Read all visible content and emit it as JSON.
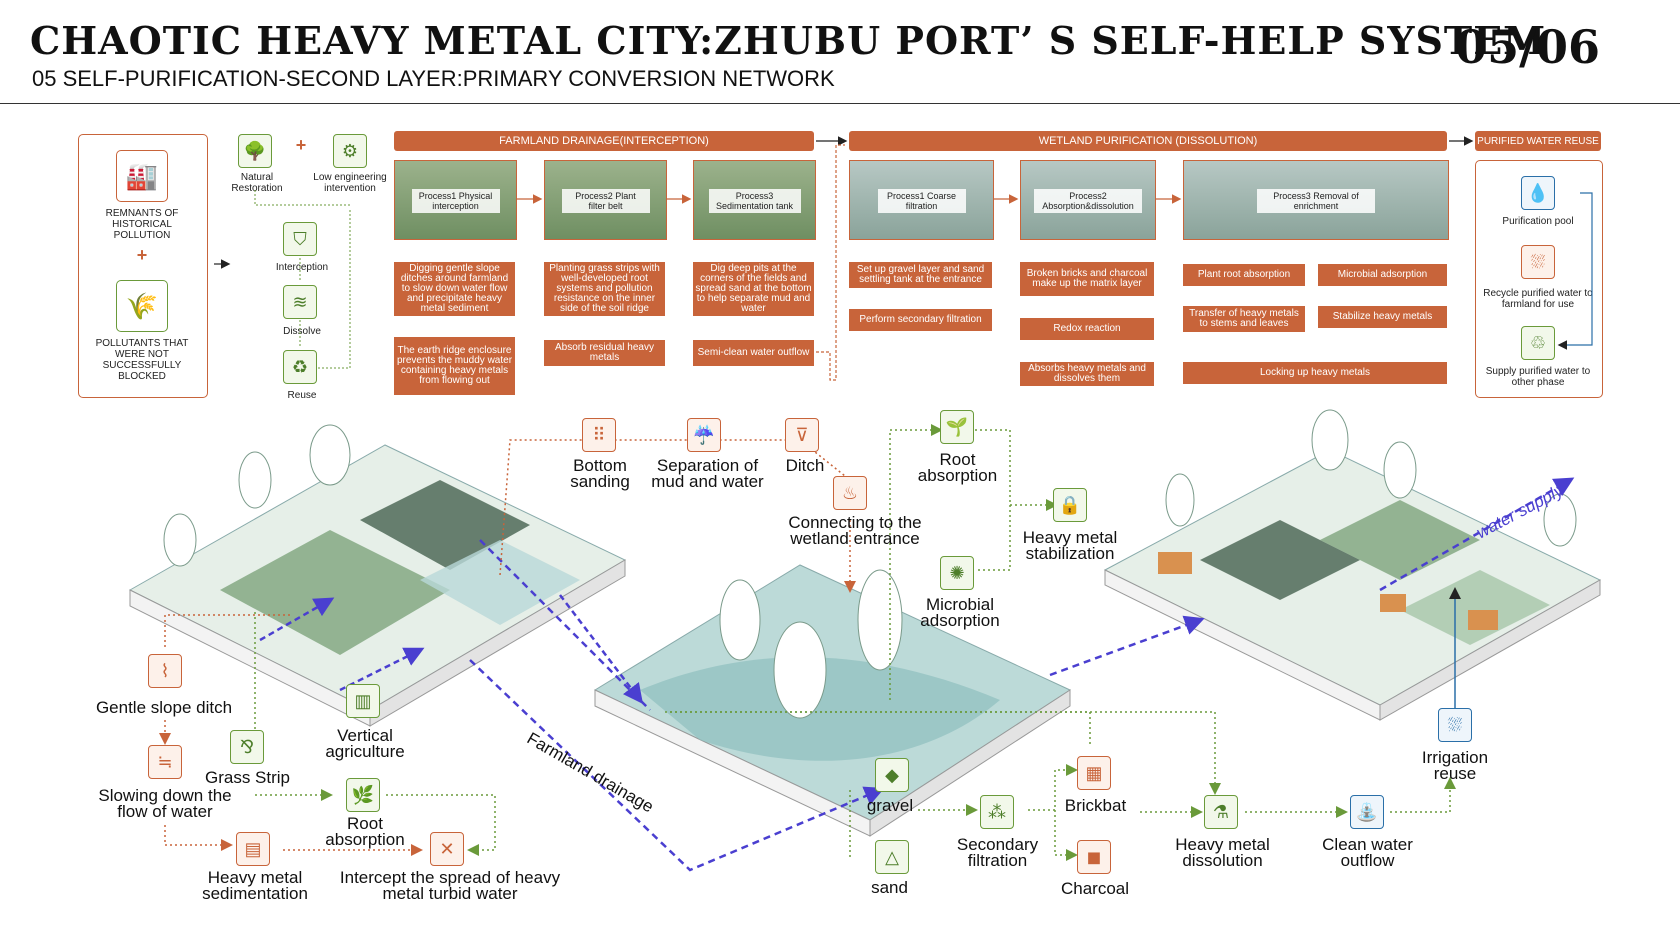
{
  "header": {
    "title": "CHAOTIC HEAVY METAL CITY:ZHUBU PORT’ S SELF-HELP SYSTEM",
    "page": "05/06",
    "subtitle": "05 SELF-PURIFICATION-SECOND LAYER:PRIMARY CONVERSION NETWORK"
  },
  "sources": {
    "remnants": "REMNANTS OF HISTORICAL POLLUTION",
    "plus": "+",
    "pollutants": "POLLUTANTS THAT WERE NOT SUCCESSFULLY BLOCKED"
  },
  "strategy": {
    "natural": "Natural Restoration",
    "plus": "+",
    "low_eng": "Low engineering intervention",
    "interception": "Interception",
    "dissolve": "Dissolve",
    "reuse": "Reuse"
  },
  "farmland": {
    "header": "FARMLAND DRAINAGE(INTERCEPTION)",
    "p1": {
      "label": "Process1 Physical interception",
      "step1": "Digging gentle slope ditches around farmland to slow down water flow and precipitate heavy metal sediment",
      "step2": "The earth ridge enclosure prevents the muddy water containing heavy metals from flowing out"
    },
    "p2": {
      "label": "Process2 Plant filter belt",
      "step1": "Planting grass strips with well-developed root systems and pollution resistance on the inner side of the soil ridge",
      "step2": "Absorb residual heavy metals"
    },
    "p3": {
      "label": "Process3 Sedimentation tank",
      "step1": "Dig deep pits at the corners of the fields and spread sand at the bottom to help separate mud and water",
      "step2": "Semi-clean water outflow"
    }
  },
  "wetland": {
    "header": "WETLAND PURIFICATION (DISSOLUTION)",
    "p1": {
      "label": "Process1 Coarse filtration",
      "step1": "Set up gravel layer and sand settling tank at the entrance",
      "step2": "Perform secondary filtration"
    },
    "p2": {
      "label": "Process2 Absorption&dissolution",
      "step1": "Broken bricks and charcoal make up the matrix layer",
      "step2": "Redox reaction",
      "step3": "Absorbs heavy metals and dissolves them"
    },
    "p3": {
      "label": "Process3 Removal of enrichment",
      "a": "Plant root absorption",
      "b": "Microbial adsorption",
      "c": "Transfer of heavy metals to stems and leaves",
      "d": "Stabilize heavy metals",
      "e": "Locking up heavy metals"
    }
  },
  "reuse": {
    "header": "PURIFIED WATER REUSE",
    "pool": "Purification pool",
    "recycle": "Recycle purified water to farmland for use",
    "supply": "Supply purified water to other phase"
  },
  "scene": {
    "bottom_sanding": "Bottom sanding",
    "separation": "Separation of mud and water",
    "ditch": "Ditch",
    "wetland_entrance": "Connecting to the wetland entrance",
    "root_absorption_top": "Root absorption",
    "hm_stabilization": "Heavy metal stabilization",
    "microbial": "Microbial adsorption",
    "water_supply": "water supply",
    "gentle_ditch": "Gentle slope ditch",
    "vertical_agri": "Vertical agriculture",
    "grass_strip": "Grass Strip",
    "slowing": "Slowing down the flow of water",
    "root_absorption_bottom": "Root absorption",
    "hm_sedimentation": "Heavy metal sedimentation",
    "intercept": "Intercept the spread of heavy metal turbid water",
    "farmland_drainage": "Farmland drainage",
    "gravel": "gravel",
    "sand": "sand",
    "secondary": "Secondary filtration",
    "brickbat": "Brickbat",
    "charcoal": "Charcoal",
    "hm_dissolution": "Heavy metal dissolution",
    "clean_outflow": "Clean water outflow",
    "irrigation": "Irrigation reuse"
  },
  "colors": {
    "orange": "#c8643a",
    "green": "#6a9a3a",
    "blue": "#4a3fd0"
  }
}
